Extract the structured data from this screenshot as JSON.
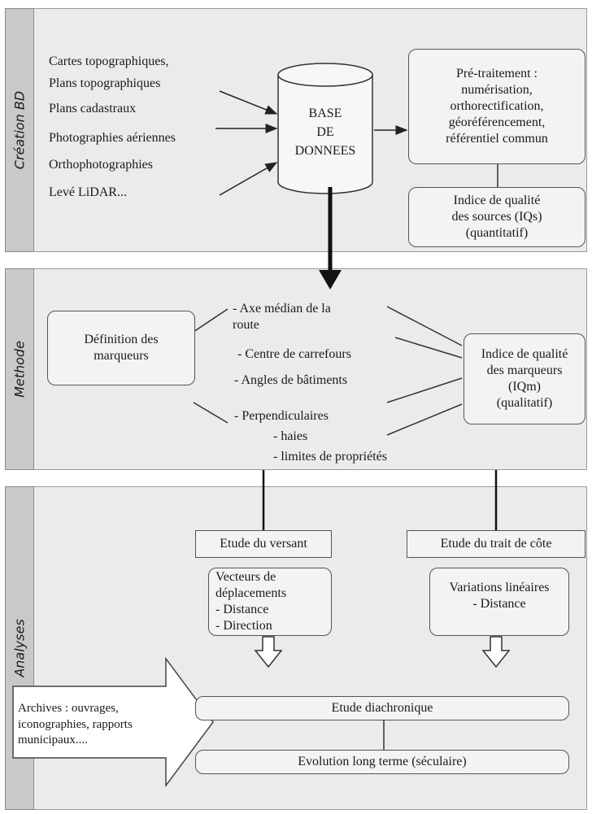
{
  "sections": {
    "creation": "Création BD",
    "methode": "Methode",
    "analyses": "Analyses"
  },
  "creation": {
    "sources": [
      "Cartes topographiques,",
      "Plans topographiques",
      "Plans cadastraux",
      "Photographies aériennes",
      "Orthophotographies",
      "Levé LiDAR..."
    ],
    "database": [
      "BASE",
      "DE",
      "DONNEES"
    ],
    "pretraitement": "Pré-traitement :\nnumérisation,\northorectification,\ngéoréférencement,\nréférentiel commun",
    "iqs": "Indice de qualité\ndes sources (IQs)\n(quantitatif)"
  },
  "methode": {
    "definition": "Définition des\nmarqueurs",
    "markers": {
      "axe": "- Axe médian de la\nroute",
      "centre": "- Centre de carrefours",
      "angles": "- Angles de bâtiments",
      "perp": "- Perpendiculaires",
      "haies": "- haies",
      "limites": "- limites de propriétés"
    },
    "iqm": "Indice de qualité\ndes marqueurs\n(IQm)\n(qualitatif)"
  },
  "analyses": {
    "versant": "Etude du versant",
    "trait": "Etude du trait de côte",
    "vecteurs": "Vecteurs de\ndéplacements\n        - Distance\n        - Direction",
    "variations": "Variations linéaires\n    - Distance",
    "diachronique": "Etude diachronique",
    "evolution": "Evolution long terme (séculaire)",
    "archives": "Archives : ouvrages,\niconographies, rapports\nmunicipaux...."
  }
}
